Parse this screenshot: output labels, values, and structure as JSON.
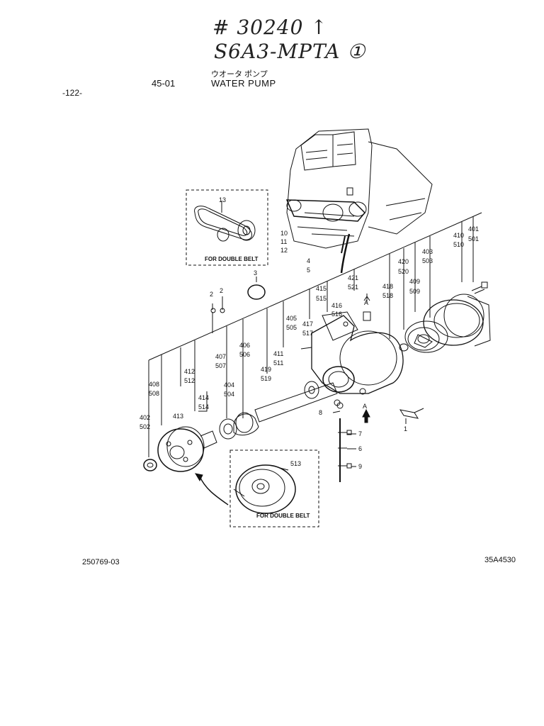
{
  "handwritten": {
    "line1": "# 30240 ↑",
    "line2": "S6A3-MPTA ①"
  },
  "header": {
    "japanese": "ウオータ ポンプ",
    "code": "45-01",
    "title": "WATER PUMP",
    "page": "-122-"
  },
  "footer": {
    "left": "250769-03",
    "right": "35A4530"
  },
  "boxes": {
    "top_caption": "FOR DOUBLE BELT",
    "bottom_caption": "FOR DOUBLE BELT"
  },
  "callouts": {
    "c13": "13",
    "c10": "10",
    "c11": "11",
    "c12": "12",
    "c401": "401",
    "c501": "501",
    "c410": "410",
    "c510": "510",
    "c403": "403",
    "c503": "503",
    "c420": "420",
    "c520": "520",
    "c409": "409",
    "c509": "509",
    "c418": "418",
    "c518": "518",
    "c421": "421",
    "c521": "521",
    "c4": "4",
    "c5": "5",
    "c3": "3",
    "c2a": "2",
    "c2b": "2",
    "c415": "415",
    "c515": "515",
    "c416": "416",
    "c516": "516",
    "c405": "405",
    "c505": "505",
    "c417": "417",
    "c517": "517",
    "c406": "406",
    "c506": "506",
    "c407": "407",
    "c507": "507",
    "c411": "411",
    "c511": "511",
    "c412": "412",
    "c512": "512",
    "c419": "419",
    "c519": "519",
    "c408": "408",
    "c508": "508",
    "c404": "404",
    "c504": "504",
    "c414": "414",
    "c514": "514",
    "c413": "413",
    "c402": "402",
    "c502": "502",
    "c8": "8",
    "c7": "7",
    "c6": "6",
    "c9": "9",
    "c1": "1",
    "c513": "513",
    "arrowA1": "A",
    "arrowA2": "A"
  }
}
